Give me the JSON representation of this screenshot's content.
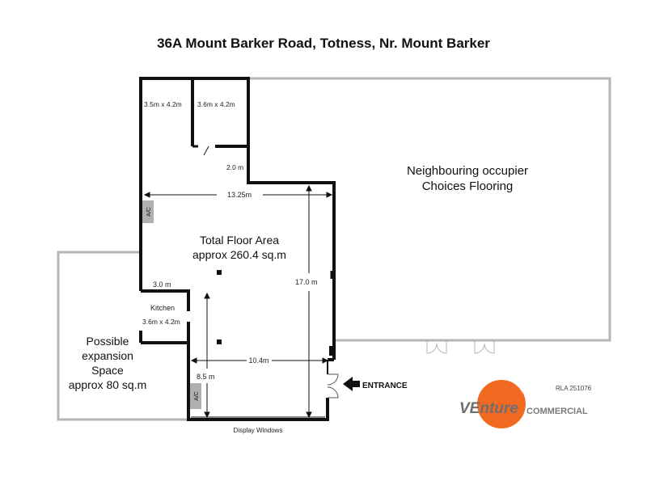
{
  "title": "36A Mount Barker Road, Totness, Nr. Mount Barker",
  "labels": {
    "room1": "3.5m x 4.2m",
    "room2": "3.6m x 4.2m",
    "dim_2m": "2.0 m",
    "dim_13_25": "13.25m",
    "ac_top": "A/C",
    "ac_bottom": "A/C",
    "floor_area_line1": "Total Floor Area",
    "floor_area_line2": "approx 260.4 sq.m",
    "dim_17": "17.0 m",
    "dim_3m": "3.0 m",
    "kitchen": "Kitchen",
    "kitchen_dims": "3.6m x 4.2m",
    "dim_10_4": "10.4m",
    "dim_8_5": "8.5 m",
    "expansion_1": "Possible",
    "expansion_2": "expansion",
    "expansion_3": "Space",
    "expansion_4": "approx 80 sq.m",
    "neighbour_1": "Neighbouring occupier",
    "neighbour_2": "Choices Flooring",
    "entrance": "ENTRANCE",
    "display_windows": "Display Windows",
    "ref": "RLA 251076"
  },
  "logo": {
    "brand_part1": "VEnture",
    "brand_part2": "COMMERCIAL",
    "orange": "#f26a21",
    "grey": "#7a7a7a"
  }
}
